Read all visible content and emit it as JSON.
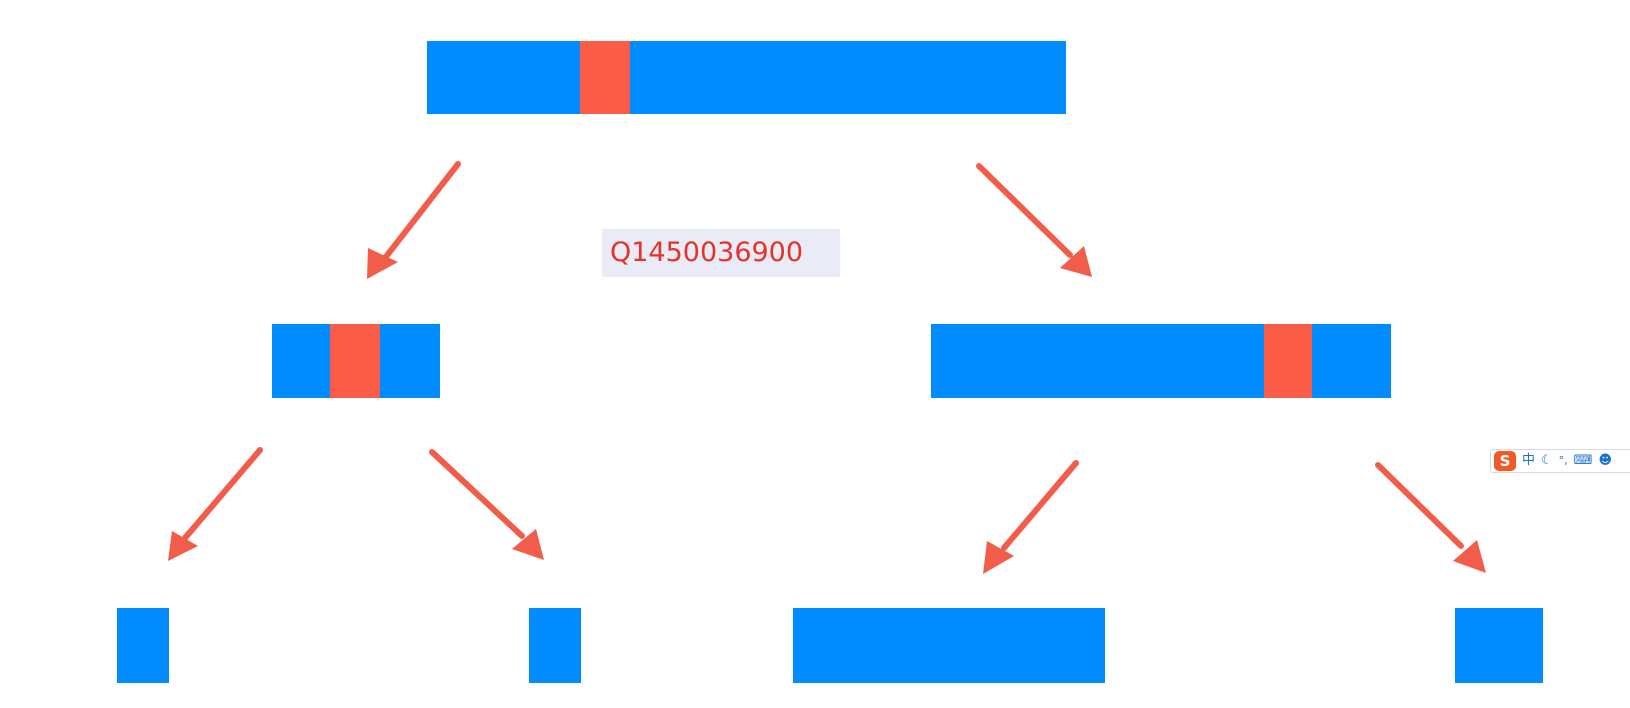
{
  "watermark": {
    "text": "Q1450036900"
  },
  "colors": {
    "segment": "#008cff",
    "pivot": "#fa5c48",
    "arrow": "#f25d4b"
  },
  "ime_toolbar": {
    "logo": "S",
    "mode_label": "中",
    "icons": [
      "moon-icon",
      "punctuation-icon",
      "keyboard-icon",
      "user-icon"
    ]
  }
}
